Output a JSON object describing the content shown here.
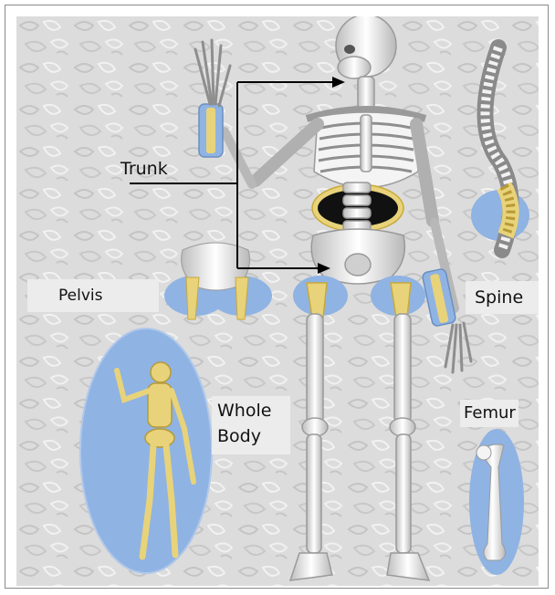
{
  "labels": {
    "trunk": "Trunk",
    "pelvis": "Pelvis",
    "spine": "Spine",
    "whole_body_line1": "Whole",
    "whole_body_line2": "Body",
    "femur": "Femur"
  },
  "colors": {
    "highlight_blue": "#8fb3e3",
    "bone_yellow": "#e8d37a",
    "bone_white": "#f2f2f2",
    "texture_bg": "#d9d9d9",
    "arrow": "#000000"
  }
}
